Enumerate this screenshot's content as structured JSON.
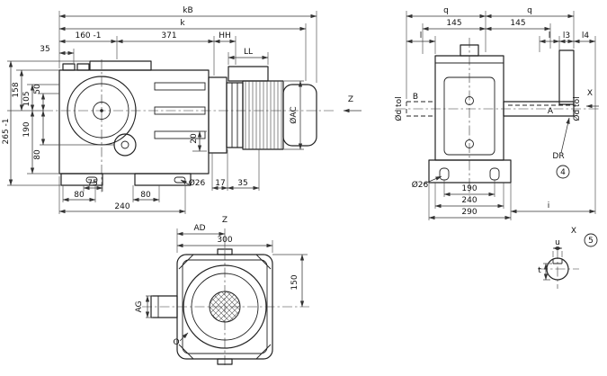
{
  "side_view": {
    "kB": "kB",
    "k": "k",
    "len_160": "160 -1",
    "len_371": "371",
    "HH": "HH",
    "LL": "LL",
    "off_35": "35",
    "h_265": "265 -1",
    "h_158": "158",
    "h_105": "105",
    "h_50": "50",
    "h_190": "190",
    "h_80": "80",
    "d_20": "20",
    "f_75": "75",
    "f_80_left": "80",
    "f_80_right": "80",
    "f_240": "240",
    "slot_dia": "Ø26",
    "f_17": "17",
    "f_35": "35",
    "motor_dia": "ØAC",
    "view_z": "Z"
  },
  "front_view": {
    "q_left": "q",
    "q_right": "q",
    "c_145_left": "145",
    "c_145_right": "145",
    "l_left": "l",
    "l_right": "l",
    "l3": "l3",
    "l4": "l4",
    "shaft_b": "B",
    "shaft_a": "A",
    "d_tol_left": "Ød tol",
    "d_tol_right": "Ød tol",
    "dr": "DR",
    "balloon_4": "4",
    "slot_dia": "Ø26",
    "w_190": "190",
    "w_240": "240",
    "w_290": "290",
    "i": "i",
    "view_x": "X"
  },
  "top_view": {
    "view_z": "Z",
    "ad": "AD",
    "w_300": "300",
    "h_150": "150",
    "ag": "AG",
    "o": "O"
  },
  "detail_x": {
    "view_x": "X",
    "balloon_5": "5",
    "u": "u",
    "t": "t"
  }
}
